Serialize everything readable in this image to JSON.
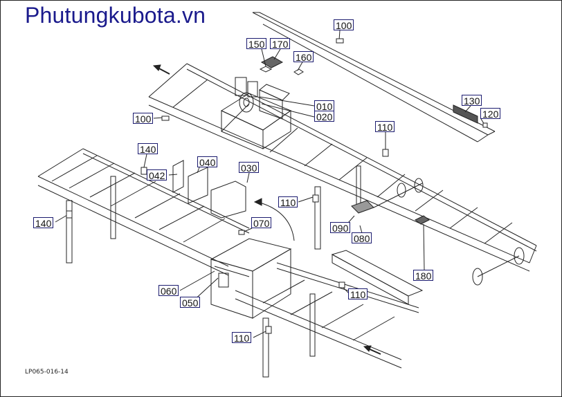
{
  "watermark": "Phutungkubota.vn",
  "drawing_code": "LP065-016-14",
  "colors": {
    "line": "#222222",
    "callout_border": "#1a1a6e",
    "watermark": "#1a1a8c"
  },
  "callouts": {
    "p100a": "100",
    "p150": "150",
    "p170": "170",
    "p160": "160",
    "p010": "010",
    "p020": "020",
    "p130": "130",
    "p120": "120",
    "p100b": "100",
    "p110a": "110",
    "p140a": "140",
    "p042": "042",
    "p040": "040",
    "p030": "030",
    "p110b": "110",
    "p140b": "140",
    "p070": "070",
    "p090": "090",
    "p080": "080",
    "p180": "180",
    "p060": "060",
    "p050": "050",
    "p110c": "110",
    "p110d": "110"
  }
}
